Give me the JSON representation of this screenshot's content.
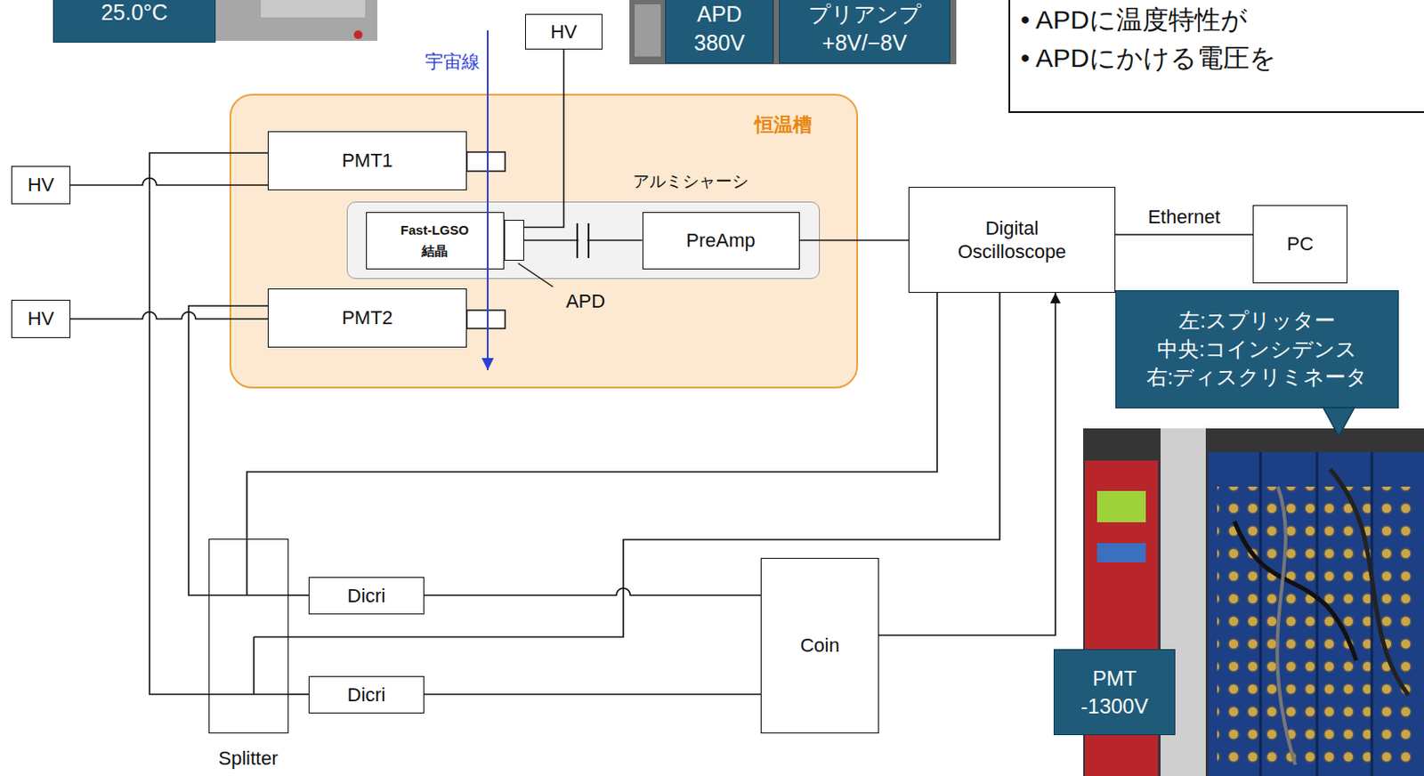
{
  "diagram": {
    "nodes": [
      {
        "text": [
          "25.0°C"
        ]
      },
      {
        "text": [
          "HV"
        ]
      },
      {
        "text": [
          "APD",
          "380V"
        ]
      },
      {
        "text": [
          "プリアンプ",
          "+8V/−8V"
        ]
      },
      {
        "text": [
          "• APDに温度特性が",
          "• APDにかける電圧を"
        ]
      },
      {
        "text": [
          "恒温槽"
        ]
      },
      {
        "text": [
          "PMT1"
        ],
        "in": 5
      },
      {
        "text": [
          "アルミシャーシ"
        ],
        "in": 5
      },
      {
        "text": [
          "Fast-LGSO",
          "結晶"
        ],
        "in": 7
      },
      {
        "text": [
          "APD"
        ],
        "in": 7
      },
      {
        "text": [
          "PreAmp"
        ],
        "in": 7
      },
      {
        "text": [
          "PMT2"
        ],
        "in": 5
      },
      {
        "text": [
          "HV"
        ]
      },
      {
        "text": [
          "HV"
        ]
      },
      {
        "text": [
          "Digital",
          "Oscilloscope"
        ]
      },
      {
        "text": [
          "PC"
        ]
      },
      {
        "text": [
          "左:スプリッター",
          "中央:コインシデンス",
          "右:ディスクリミネータ"
        ]
      },
      {
        "text": [
          "Splitter"
        ]
      },
      {
        "text": [
          "Dicri"
        ]
      },
      {
        "text": [
          "Dicri"
        ]
      },
      {
        "text": [
          "Coin"
        ]
      },
      {
        "text": [
          "PMT",
          "-1300V"
        ]
      }
    ],
    "edges": [
      {
        "from": 1,
        "to": 9,
        "arrow": "none"
      },
      {
        "from": 9,
        "to": 10,
        "arrow": "none"
      },
      {
        "from": 10,
        "to": 14,
        "arrow": "none"
      },
      {
        "from": 14,
        "to": 15,
        "label": "Ethernet",
        "arrow": "none"
      },
      {
        "from": 12,
        "to": 6,
        "arrow": "none"
      },
      {
        "from": 13,
        "to": 11,
        "arrow": "none"
      },
      {
        "from": 6,
        "to": 17,
        "arrow": "none"
      },
      {
        "from": 11,
        "to": 17,
        "arrow": "none"
      },
      {
        "from": 17,
        "to": 18,
        "arrow": "none"
      },
      {
        "from": 17,
        "to": 19,
        "arrow": "none"
      },
      {
        "from": 17,
        "to": 14,
        "arrow": "none"
      },
      {
        "from": 17,
        "to": 14,
        "arrow": "none"
      },
      {
        "from": 18,
        "to": 20,
        "arrow": "none"
      },
      {
        "from": 19,
        "to": 20,
        "arrow": "none"
      },
      {
        "from": 20,
        "to": 14,
        "arrow": "to"
      }
    ],
    "labels": [
      "宇宙線"
    ]
  }
}
